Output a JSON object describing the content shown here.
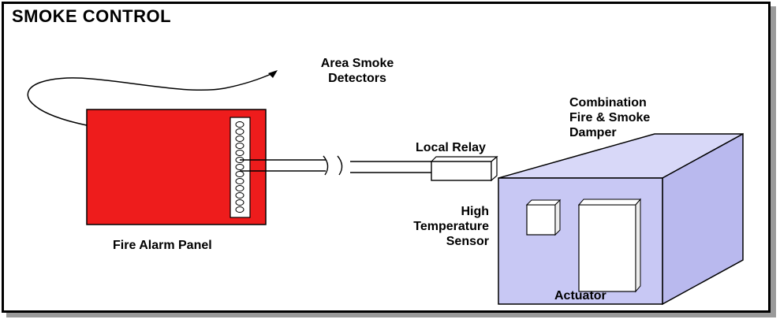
{
  "title": "SMOKE CONTROL",
  "labels": {
    "area_smoke_detectors": [
      "Area Smoke",
      "Detectors"
    ],
    "fire_alarm_panel": "Fire Alarm Panel",
    "local_relay": "Local Relay",
    "damper": [
      "Combination",
      "Fire & Smoke",
      "Damper"
    ],
    "high_temp_sensor": [
      "High",
      "Temperature",
      "Sensor"
    ],
    "actuator": "Actuator"
  },
  "colors": {
    "panel_fill": "#ee1c1c",
    "damper_fill": "#c8c8f4",
    "damper_side": "#b9b9ee",
    "damper_top": "#d8d8f8",
    "border": "#000000"
  }
}
